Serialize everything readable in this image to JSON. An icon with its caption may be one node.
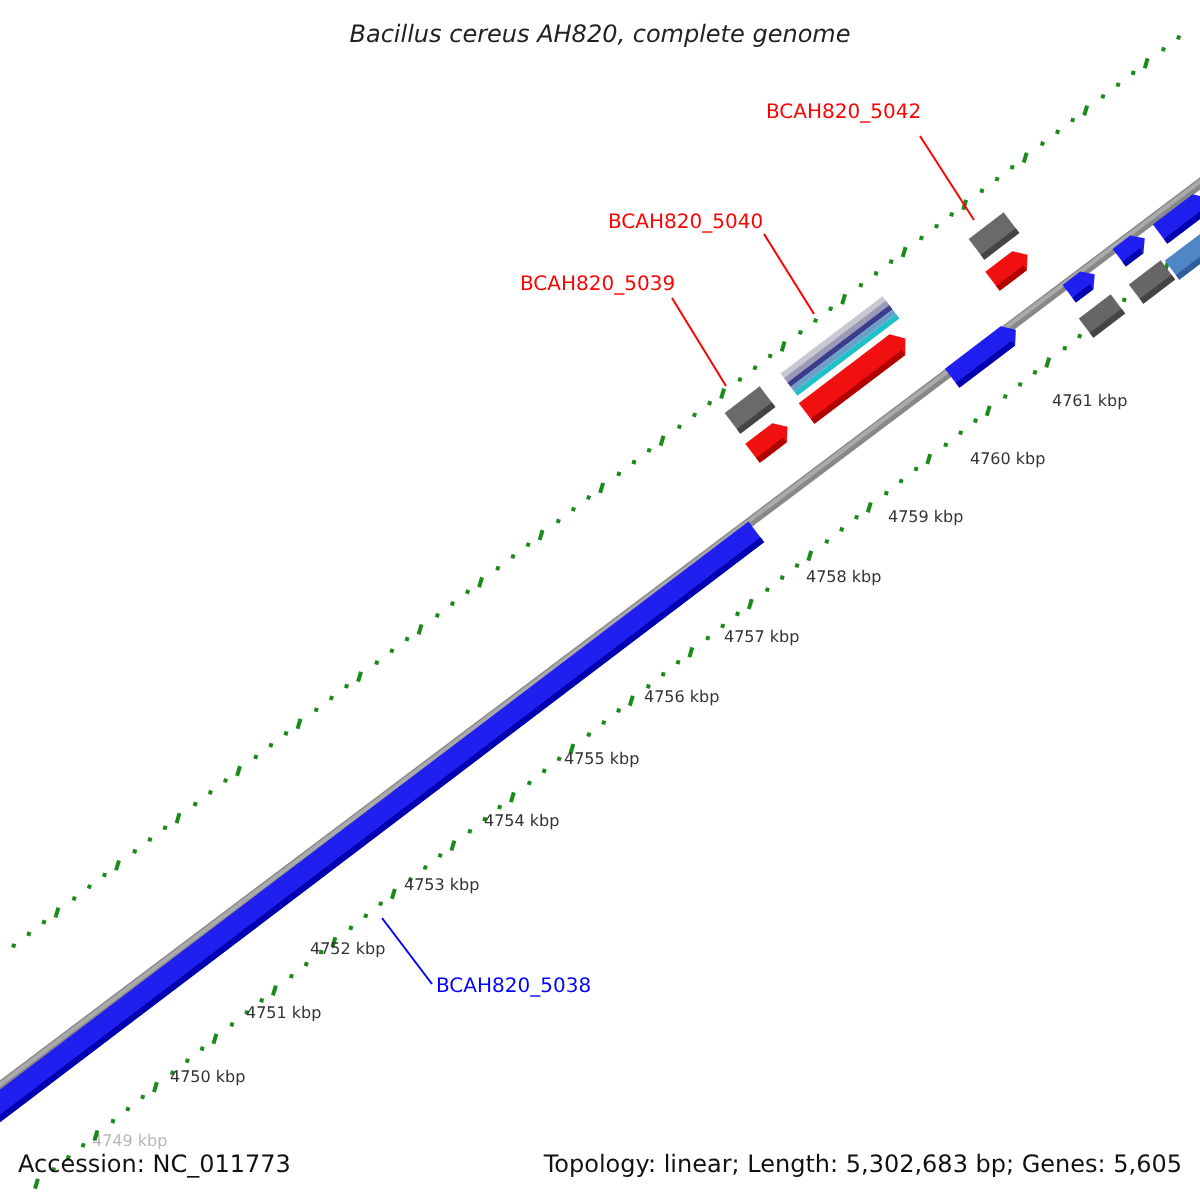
{
  "diagram": {
    "title": "Bacillus cereus AH820, complete genome",
    "nodes": [
      {
        "text": [
          "BCAH820_5042"
        ]
      },
      {
        "text": [
          "BCAH820_5040"
        ]
      },
      {
        "text": [
          "BCAH820_5039"
        ]
      },
      {
        "text": [
          "BCAH820_5038"
        ]
      },
      {
        "text": [],
        "shape": "box"
      },
      {
        "text": [],
        "shape": "bar"
      },
      {
        "text": [],
        "shape": "box"
      }
    ],
    "edges": [
      {
        "from": 0,
        "to": 4,
        "arrow": "none"
      },
      {
        "from": 1,
        "to": 5,
        "arrow": "none"
      },
      {
        "from": 2,
        "to": 6,
        "arrow": "none"
      },
      {
        "from": 3,
        "to": null,
        "arrow": "none",
        "color": "#0000ff"
      }
    ],
    "labels": [
      "4761 kbp",
      "4760 kbp",
      "4759 kbp",
      "4758 kbp",
      "4757 kbp",
      "4756 kbp",
      "4755 kbp",
      "4754 kbp",
      "4753 kbp",
      "4752 kbp",
      "4751 kbp",
      "4750 kbp",
      "4749 kbp",
      "Accession: NC_011773",
      "Topology: linear; Length: 5,302,683 bp; Genes: 5,605"
    ]
  }
}
